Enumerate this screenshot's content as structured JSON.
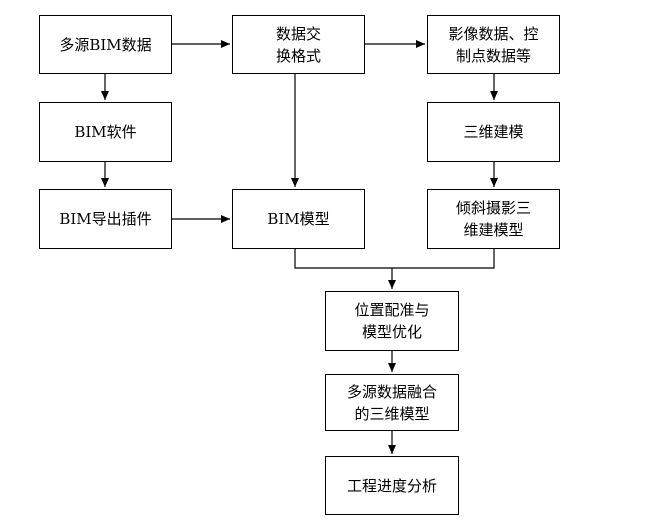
{
  "diagram": {
    "nodes": {
      "multi_source_bim": {
        "lines": [
          "多源BIM数据"
        ]
      },
      "exchange_format": {
        "lines": [
          "数据交",
          "换格式"
        ]
      },
      "image_control": {
        "lines": [
          "影像数据、控",
          "制点数据等"
        ]
      },
      "bim_software": {
        "lines": [
          "BIM软件"
        ]
      },
      "reconstruction_3d": {
        "lines": [
          "三维建模"
        ]
      },
      "export_plugin": {
        "lines": [
          "BIM导出插件"
        ]
      },
      "bim_model": {
        "lines": [
          "BIM模型"
        ]
      },
      "oblique_model": {
        "lines": [
          "倾斜摄影三",
          "维建模型"
        ]
      },
      "registration": {
        "lines": [
          "位置配准与",
          "模型优化"
        ]
      },
      "fused_model": {
        "lines": [
          "多源数据融合",
          "的三维模型"
        ]
      },
      "progress_analysis": {
        "lines": [
          "工程进度分析"
        ]
      }
    },
    "edges": [
      {
        "from": "multi_source_bim",
        "to": "exchange_format"
      },
      {
        "from": "exchange_format",
        "to": "image_control"
      },
      {
        "from": "multi_source_bim",
        "to": "bim_software"
      },
      {
        "from": "image_control",
        "to": "reconstruction_3d"
      },
      {
        "from": "bim_software",
        "to": "export_plugin"
      },
      {
        "from": "exchange_format",
        "to": "bim_model"
      },
      {
        "from": "reconstruction_3d",
        "to": "oblique_model"
      },
      {
        "from": "export_plugin",
        "to": "bim_model"
      },
      {
        "from": "bim_model",
        "to": "registration"
      },
      {
        "from": "oblique_model",
        "to": "registration"
      },
      {
        "from": "registration",
        "to": "fused_model"
      },
      {
        "from": "fused_model",
        "to": "progress_analysis"
      }
    ]
  }
}
